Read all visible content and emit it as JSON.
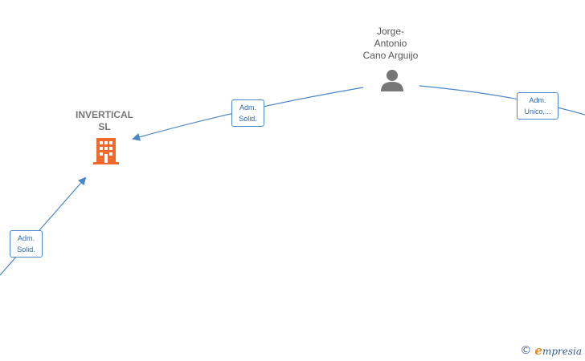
{
  "nodes": {
    "company": {
      "name": "INVERTICAL\nSL",
      "icon": "building-icon",
      "color": "#f2692e"
    },
    "person": {
      "name": "Jorge-\nAntonio\nCano Arguijo",
      "icon": "person-icon",
      "color": "#777777"
    }
  },
  "edges": [
    {
      "id": "edge-person-company",
      "label": "Adm.\nSolid."
    },
    {
      "id": "edge-person-offscreen",
      "label": "Adm.\nUnico,..."
    },
    {
      "id": "edge-offscreen-company",
      "label": "Adm.\nSolid."
    }
  ],
  "edge_color": "#4a86c8",
  "brand": {
    "copyright": "©",
    "name": "mpresia",
    "initial": "e"
  }
}
